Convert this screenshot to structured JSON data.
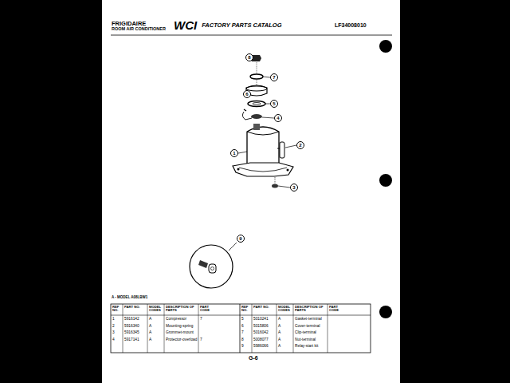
{
  "diagram": {
    "nodes": [
      {
        "text": [
          "8"
        ]
      },
      {
        "text": [
          "7"
        ]
      },
      {
        "text": [
          "6"
        ]
      },
      {
        "text": [
          "5"
        ]
      },
      {
        "text": [
          "4"
        ]
      },
      {
        "text": [
          "2"
        ]
      },
      {
        "text": [
          "1"
        ]
      },
      {
        "text": [
          "3"
        ]
      },
      {
        "text": [
          "9"
        ]
      }
    ],
    "labels": [
      "FRIGIDAIRE",
      "ROOM AIR CONDITIONER",
      "WCI",
      "FACTORY PARTS CATALOG",
      "LF34008010",
      "A - MODEL A08LBW1",
      "REF NO.",
      "PART NO.",
      "MODEL CODES",
      "DESCRIPTION OF PARTS",
      "PART CODE",
      "REF NO.",
      "PART NO.",
      "MODEL CODES",
      "DESCRIPTION OF PARTS",
      "PART CODE",
      "1",
      "5916142",
      "A",
      "Compressor",
      "7",
      "2",
      "5916340",
      "A",
      "Mounting-spring",
      "3",
      "5916345",
      "A",
      "Grommet-mount",
      "4",
      "5917141",
      "A",
      "Protector-overload",
      "7",
      "5",
      "5010241",
      "A",
      "Gasket-terminal",
      "6",
      "5015806",
      "A",
      "Cover-terminal",
      "7",
      "5016042",
      "A",
      "Clip-terminal",
      "8",
      "5008077",
      "A",
      "Nut-terminal",
      "9",
      "5986066",
      "A",
      "Relay-start kit",
      "G-6"
    ]
  }
}
